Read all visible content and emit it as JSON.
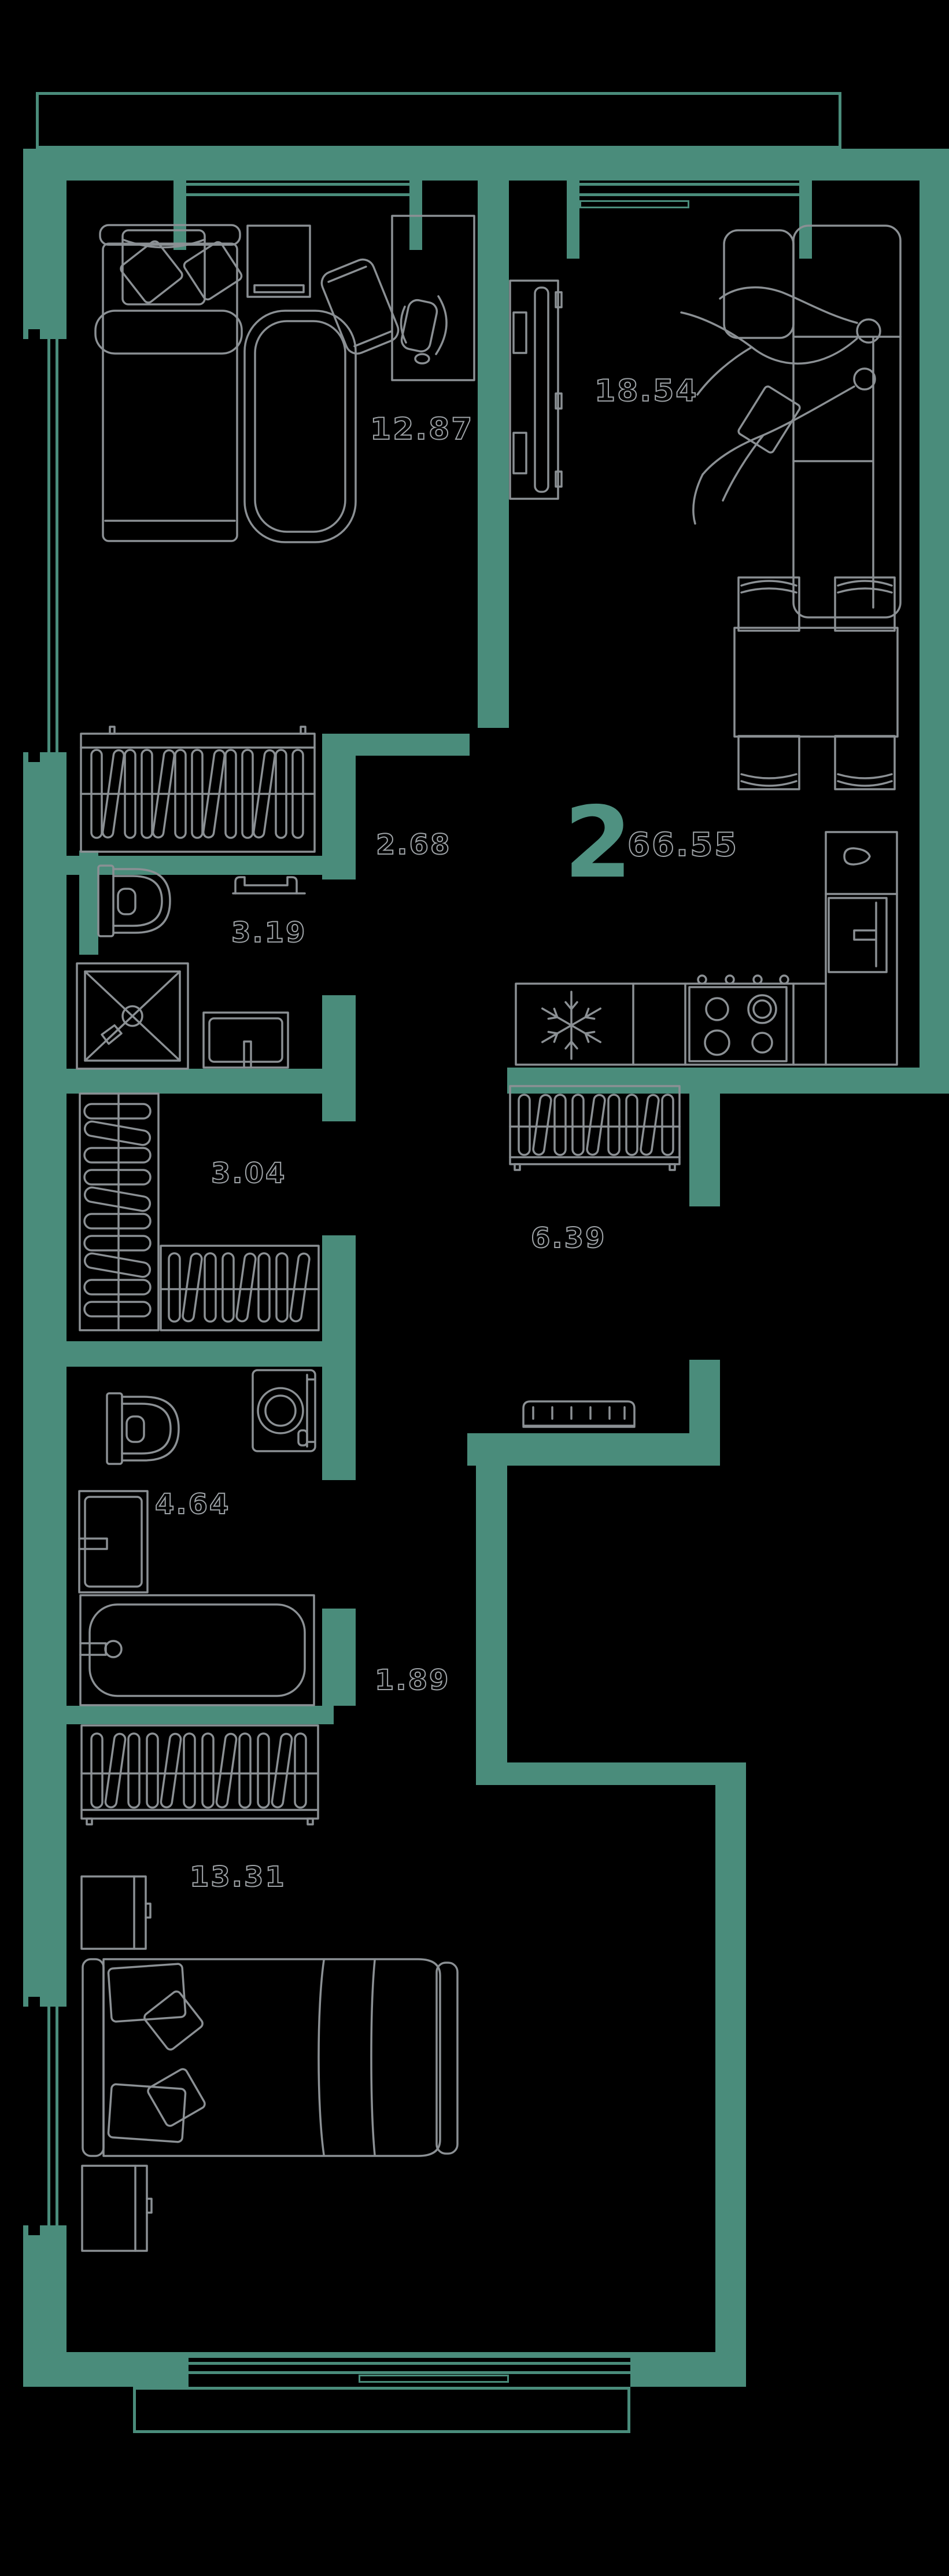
{
  "plan": {
    "unit_badge": "2",
    "total_area": "66.55",
    "rooms": {
      "bedroom1": {
        "label": "12.87"
      },
      "living": {
        "label": "18.54"
      },
      "hall268": {
        "label": "2.68"
      },
      "bath1": {
        "label": "3.19"
      },
      "wardrobe": {
        "label": "3.04"
      },
      "corridor": {
        "label": "6.39"
      },
      "bath2": {
        "label": "4.64"
      },
      "hall189": {
        "label": "1.89"
      },
      "bedroom2": {
        "label": "13.31"
      }
    },
    "furniture": [
      "bed",
      "nightstand",
      "desk",
      "office-chair",
      "armchair",
      "rug",
      "tv-unit",
      "corner-sofa",
      "people-silhouettes",
      "dining-table",
      "chairs",
      "fridge-snowflake",
      "stove",
      "kitchen-sink",
      "faucet",
      "wardrobe-hangers",
      "coat-rack",
      "toilet",
      "shower",
      "washbasin",
      "washing-machine",
      "bathtub",
      "window",
      "balcony"
    ],
    "colors": {
      "wall": "#4A8C7B",
      "furniture_line": "#8B9094",
      "background": "#000000",
      "accent": "#4F9181",
      "label_outline": "#9EA3A7"
    }
  }
}
